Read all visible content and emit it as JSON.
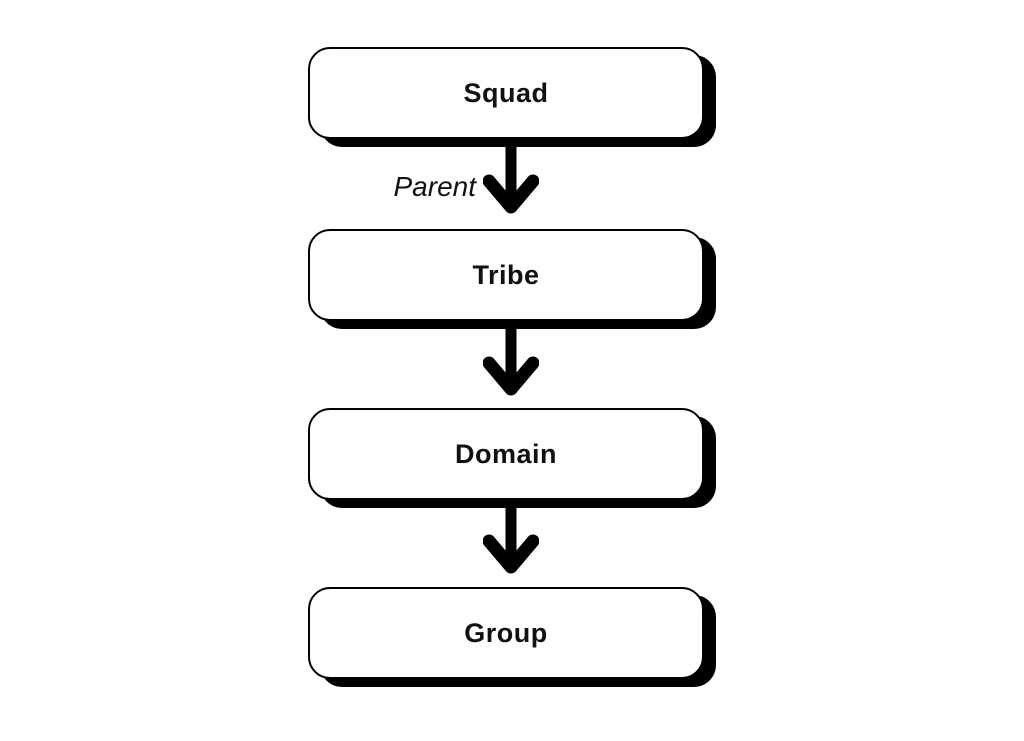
{
  "diagram": {
    "type": "flowchart-vertical-hierarchy",
    "colors": {
      "background": "#ffffff",
      "node_fill": "#ffffff",
      "stroke": "#000000",
      "shadow": "#000000",
      "text": "#111111"
    },
    "nodes": [
      {
        "label": "Squad"
      },
      {
        "label": "Tribe"
      },
      {
        "label": "Domain"
      },
      {
        "label": "Group"
      }
    ],
    "edges": [
      {
        "from": "Squad",
        "to": "Tribe",
        "label": "Parent",
        "direction": "down"
      },
      {
        "from": "Tribe",
        "to": "Domain",
        "label": "",
        "direction": "down"
      },
      {
        "from": "Domain",
        "to": "Group",
        "label": "",
        "direction": "down"
      }
    ]
  }
}
